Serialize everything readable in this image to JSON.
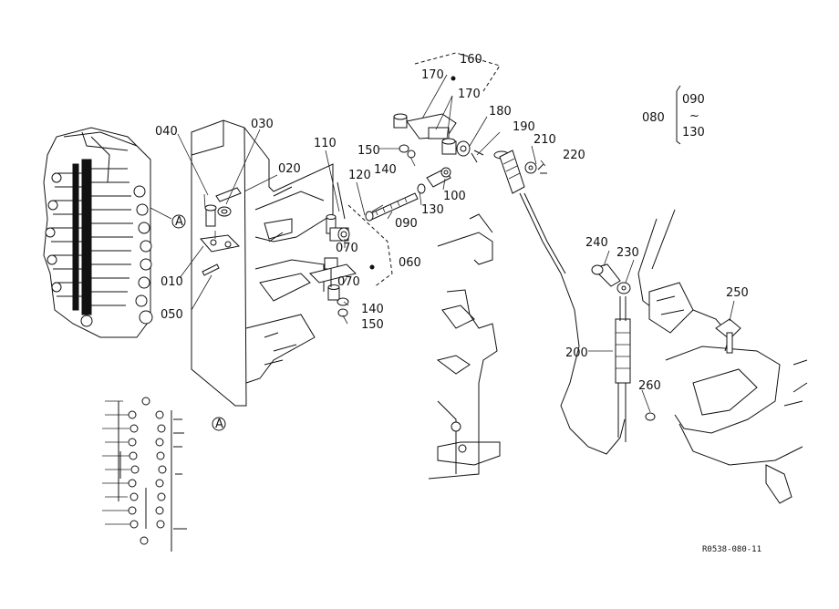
{
  "part_labels": [
    {
      "id": "p160",
      "text": "160"
    },
    {
      "id": "p170a",
      "text": "170"
    },
    {
      "id": "p170b",
      "text": "170"
    },
    {
      "id": "p180",
      "text": "180"
    },
    {
      "id": "p190",
      "text": "190"
    },
    {
      "id": "p210",
      "text": "210"
    },
    {
      "id": "p220",
      "text": "220"
    },
    {
      "id": "p150a",
      "text": "150"
    },
    {
      "id": "p140a",
      "text": "140"
    },
    {
      "id": "p100",
      "text": "100"
    },
    {
      "id": "p130",
      "text": "130"
    },
    {
      "id": "p090",
      "text": "090"
    },
    {
      "id": "p120",
      "text": "120"
    },
    {
      "id": "p110",
      "text": "110"
    },
    {
      "id": "p070a",
      "text": "070"
    },
    {
      "id": "p070b",
      "text": "070"
    },
    {
      "id": "p060",
      "text": "060"
    },
    {
      "id": "p140b",
      "text": "140"
    },
    {
      "id": "p150b",
      "text": "150"
    },
    {
      "id": "p040",
      "text": "040"
    },
    {
      "id": "p030",
      "text": "030"
    },
    {
      "id": "p020",
      "text": "020"
    },
    {
      "id": "p010",
      "text": "010"
    },
    {
      "id": "p050",
      "text": "050"
    },
    {
      "id": "p240",
      "text": "240"
    },
    {
      "id": "p230",
      "text": "230"
    },
    {
      "id": "p250",
      "text": "250"
    },
    {
      "id": "p200",
      "text": "200"
    },
    {
      "id": "p260",
      "text": "260"
    }
  ],
  "kit_bracket": {
    "label": "080",
    "from": "090",
    "tilde": "~",
    "to": "130"
  },
  "view_markers": [
    "A",
    "A"
  ],
  "drawing_code": "R0538-080-11"
}
